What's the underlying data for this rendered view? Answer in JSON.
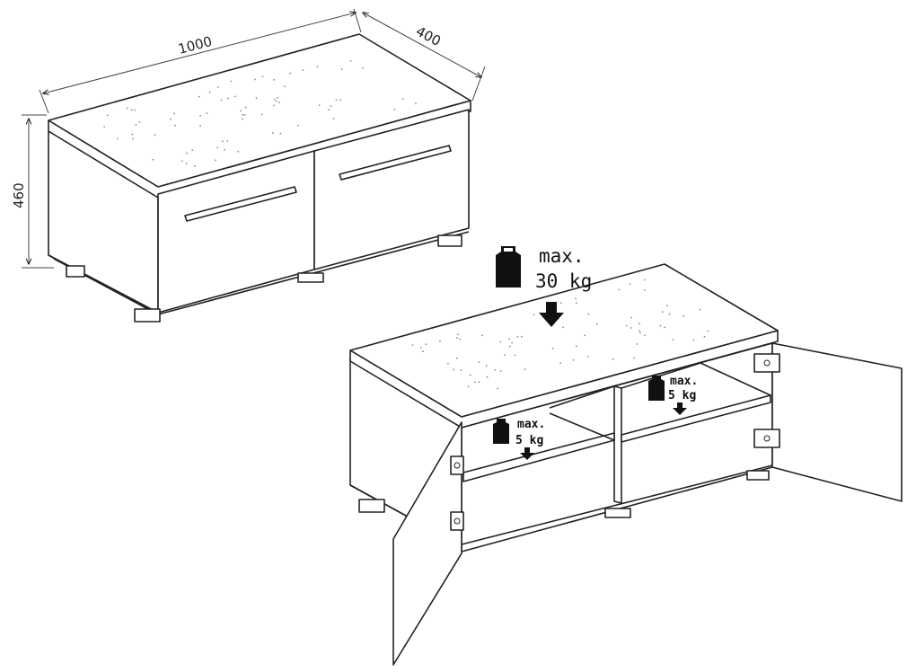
{
  "dimensions": {
    "width": "1000",
    "depth": "400",
    "height": "460"
  },
  "load_labels": {
    "top": {
      "line1": "max.",
      "line2": "30 kg"
    },
    "shelf_left": {
      "line1": "max.",
      "line2": "5 kg"
    },
    "shelf_right": {
      "line1": "max.",
      "line2": "5 kg"
    }
  },
  "icons": {
    "weight": "weight-icon",
    "arrow": "arrow-down-icon",
    "hinge": "hinge-icon"
  },
  "colors": {
    "line": "#222222",
    "icon": "#111111",
    "background": "#ffffff"
  }
}
